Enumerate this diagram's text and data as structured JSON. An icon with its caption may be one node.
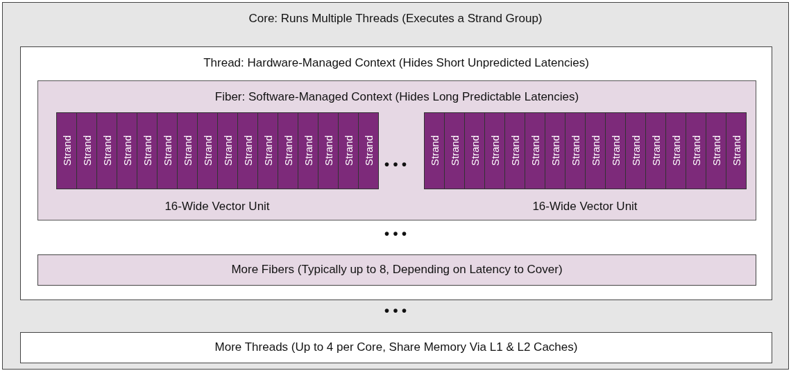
{
  "diagram": {
    "nodes": [
      {
        "text": [
          "Core: Runs Multiple Threads (Executes a Strand Group)"
        ]
      },
      {
        "text": [
          "Thread: Hardware-Managed Context (Hides Short Unpredicted Latencies)"
        ],
        "in": 0
      },
      {
        "text": [
          "Fiber: Software-Managed Context (Hides Long Predictable Latencies)"
        ],
        "in": 1
      },
      {
        "text": [
          "16-Wide Vector Unit"
        ],
        "in": 2
      },
      {
        "text": [
          "Strand"
        ],
        "in": 3
      },
      {
        "text": [
          "Strand"
        ],
        "in": 3
      },
      {
        "text": [
          "Strand"
        ],
        "in": 3
      },
      {
        "text": [
          "Strand"
        ],
        "in": 3
      },
      {
        "text": [
          "Strand"
        ],
        "in": 3
      },
      {
        "text": [
          "Strand"
        ],
        "in": 3
      },
      {
        "text": [
          "Strand"
        ],
        "in": 3
      },
      {
        "text": [
          "Strand"
        ],
        "in": 3
      },
      {
        "text": [
          "Strand"
        ],
        "in": 3
      },
      {
        "text": [
          "Strand"
        ],
        "in": 3
      },
      {
        "text": [
          "Strand"
        ],
        "in": 3
      },
      {
        "text": [
          "Strand"
        ],
        "in": 3
      },
      {
        "text": [
          "Strand"
        ],
        "in": 3
      },
      {
        "text": [
          "Strand"
        ],
        "in": 3
      },
      {
        "text": [
          "Strand"
        ],
        "in": 3
      },
      {
        "text": [
          "Strand"
        ],
        "in": 3
      },
      {
        "text": [
          "16-Wide Vector Unit"
        ],
        "in": 2
      },
      {
        "text": [
          "Strand"
        ],
        "in": 20
      },
      {
        "text": [
          "Strand"
        ],
        "in": 20
      },
      {
        "text": [
          "Strand"
        ],
        "in": 20
      },
      {
        "text": [
          "Strand"
        ],
        "in": 20
      },
      {
        "text": [
          "Strand"
        ],
        "in": 20
      },
      {
        "text": [
          "Strand"
        ],
        "in": 20
      },
      {
        "text": [
          "Strand"
        ],
        "in": 20
      },
      {
        "text": [
          "Strand"
        ],
        "in": 20
      },
      {
        "text": [
          "Strand"
        ],
        "in": 20
      },
      {
        "text": [
          "Strand"
        ],
        "in": 20
      },
      {
        "text": [
          "Strand"
        ],
        "in": 20
      },
      {
        "text": [
          "Strand"
        ],
        "in": 20
      },
      {
        "text": [
          "Strand"
        ],
        "in": 20
      },
      {
        "text": [
          "Strand"
        ],
        "in": 20
      },
      {
        "text": [
          "Strand"
        ],
        "in": 20
      },
      {
        "text": [
          "Strand"
        ],
        "in": 20
      },
      {
        "text": [
          "More Fibers (Typically up to 8, Depending on Latency to Cover)"
        ],
        "in": 1
      },
      {
        "text": [
          "More Threads (Up to 4 per Core, Share Memory Via L1 & L2 Caches)"
        ],
        "in": 0
      }
    ],
    "edges": [],
    "labels": [
      "• • •",
      "• • •",
      "• • •"
    ]
  }
}
